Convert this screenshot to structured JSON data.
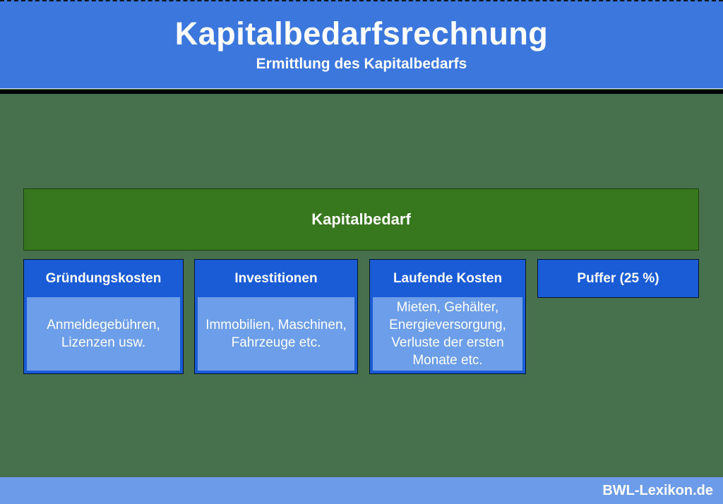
{
  "header": {
    "title": "Kapitalbedarfsrechnung",
    "subtitle": "Ermittlung des Kapitalbedarfs"
  },
  "diagram": {
    "total_label": "Kapitalbedarf",
    "columns": [
      {
        "label": "Gründungskosten",
        "description": "Anmeldegebühren, Lizenzen usw."
      },
      {
        "label": "Investitionen",
        "description": "Immobilien, Maschinen, Fahrzeuge etc."
      },
      {
        "label": "Laufende Kosten",
        "description": "Mieten, Gehälter, Energieversorgung, Verluste der ersten Monate etc."
      },
      {
        "label": "Puffer (25 %)"
      }
    ]
  },
  "footer": {
    "brand": "BWL-Lexikon.de"
  },
  "colors": {
    "header_blue": "#3b77dc",
    "box_blue": "#1a5cd6",
    "panel_light_blue": "#6d9eea",
    "bar_green": "#37771d",
    "background_green": "#47714d",
    "footer_blue": "#6c9ce9",
    "text_white": "#ffffff",
    "separator_black": "#000000"
  }
}
